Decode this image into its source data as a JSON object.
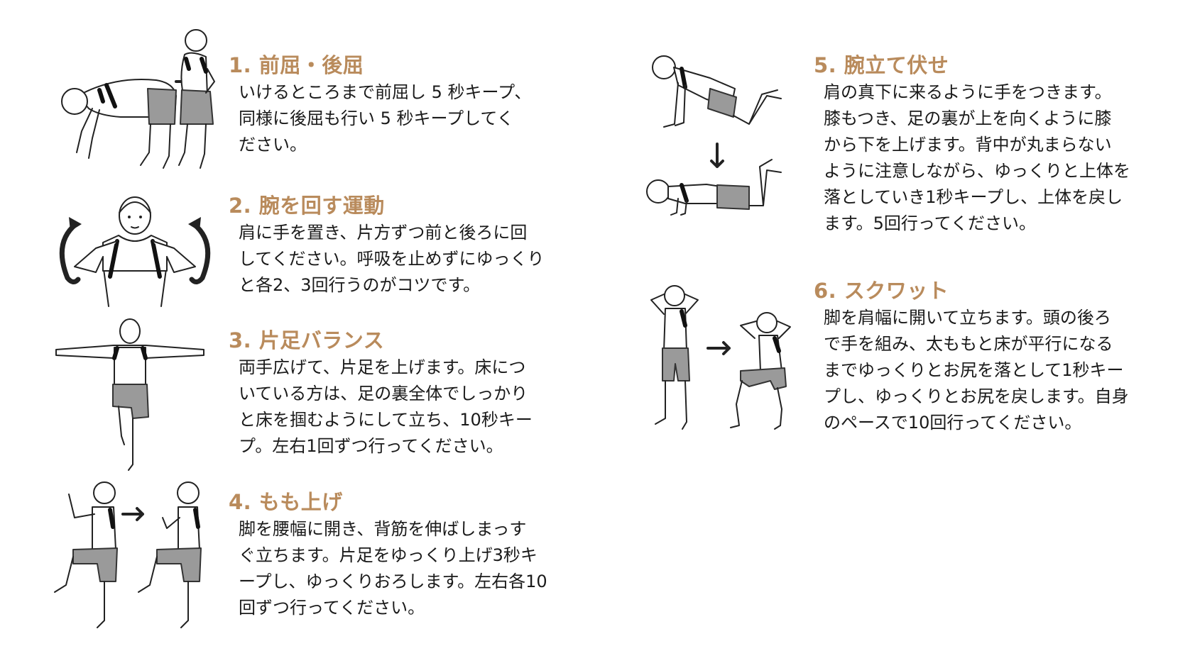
{
  "colors": {
    "heading": "#B98B5C",
    "body_text": "#1a1a1a",
    "background": "#ffffff",
    "shorts": "#9a9a9a"
  },
  "exercises": [
    {
      "title": "1. 前屈・後屈",
      "lines": [
        "いけるところまで前屈し 5 秒キープ、",
        "同様に後屈も行い 5 秒キープしてく",
        "ださい。"
      ],
      "illustration": "forward-bend-then-back-bend",
      "arrow": "right-arrow-icon"
    },
    {
      "title": "2. 腕を回す運動",
      "lines": [
        "肩に手を置き、片方ずつ前と後ろに回",
        "してください。呼吸を止めずにゆっくり",
        "と各2、3回行うのがコツです。"
      ],
      "illustration": "shoulder-rotation",
      "arrow": "rotation-arrows-icon"
    },
    {
      "title": "3. 片足バランス",
      "lines": [
        "両手広げて、片足を上げます。床につ",
        "いている方は、足の裏全体でしっかり",
        "と床を掴むようにして立ち、10秒キー",
        "プ。左右1回ずつ行ってください。"
      ],
      "illustration": "single-leg-balance"
    },
    {
      "title": "4. もも上げ",
      "lines": [
        "脚を腰幅に開き、背筋を伸ばしまっす",
        "ぐ立ちます。片足をゆっくり上げ3秒キ",
        "ープし、ゆっくりおろします。左右各10",
        "回ずつ行ってください。"
      ],
      "illustration": "knee-raise",
      "arrow": "right-arrow-icon"
    },
    {
      "title": "5. 腕立て伏せ",
      "lines": [
        "肩の真下に来るように手をつきます。",
        "膝もつき、足の裏が上を向くように膝",
        "から下を上げます。背中が丸まらない",
        "ように注意しながら、ゆっくりと上体を",
        "落としていき1秒キープし、上体を戻し",
        "ます。5回行ってください。"
      ],
      "illustration": "knee-push-up",
      "arrow": "down-arrow-icon"
    },
    {
      "title": "6. スクワット",
      "lines": [
        "脚を肩幅に開いて立ちます。頭の後ろ",
        "で手を組み、太ももと床が平行になる",
        "までゆっくりとお尻を落として1秒キー",
        "プし、ゆっくりとお尻を戻します。自身",
        "のペースで10回行ってください。"
      ],
      "illustration": "squat",
      "arrow": "right-arrow-icon"
    }
  ]
}
